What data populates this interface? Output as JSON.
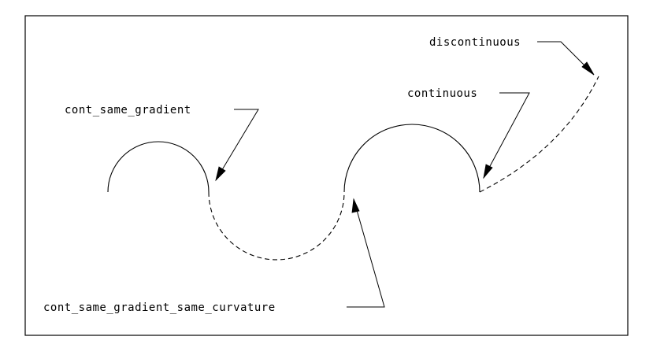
{
  "labels": {
    "discontinuous": "discontinuous",
    "continuous": "continuous",
    "cont_same_gradient": "cont_same_gradient",
    "cont_same_gradient_same_curvature": "cont_same_gradient_same_curvature"
  }
}
